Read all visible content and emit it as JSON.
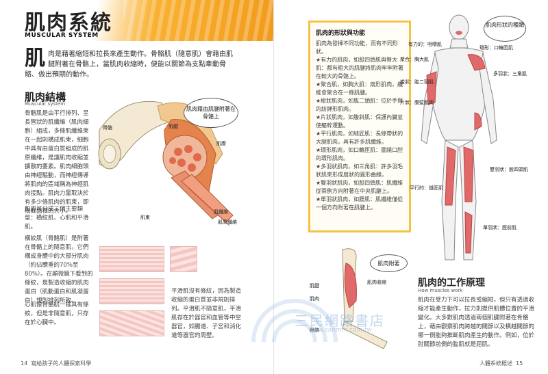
{
  "left_page": {
    "title": "肌肉系統",
    "title_en": "MUSCULAR SYSTEM",
    "lead_dropcap": "肌",
    "lead_text": "肉是藉著縮短和拉長來產生動作。骨骼肌（隨意肌）會藉由肌腱附著在骨骼上，當肌肉收縮時，便能以關節為支點牽動骨骼、做出預期的動作。",
    "section_title": "肌肉結構",
    "section_sub": "Muscular system",
    "section_text": "骨骼肌是由平行排列、呈長管狀的肌纖維（肌肉細胞）組成，多條肌纖維束在一起則構成肌束，細胞中具有由蛋白質組成的肌原纖維，是讓肌肉收縮並擴散的要素。肌肉細胞頭由神經驅動，而神經傳導將肌肉的區域稱為神經肌肉接點。肌肉力量取決於有多少條肌肉的肌束，即橫截面積的大小。",
    "section_text2": "肌肉可分成三個主要類型：橫紋肌、心肌和平滑肌。",
    "striated_text": "橫紋肌（骨骼肌）是附著在骨骼上的隨意肌，它們構成身體中的大部分肌肉（約佔體重的70%至80%）。在顯微鏡下看到的條紋，是製造收縮的肌肉蛋白（肌動蛋白和肌凝蛋白）規則排列所致。",
    "cardiac_text": "心肌像骨骼肌一樣具有條紋，但是非隨意肌，只存在於心臟中。",
    "smooth_text": "平滑肌沒有條紋，因為製造收縮的蛋白質並非規則排列。平滑肌不隨意肌，平滑肌存在於器官和血管等中空器官，如腸道、子宮和消化道等器官的周壁。",
    "callout": "肌肉藉由肌腱附著在骨骼上",
    "labels": {
      "bone": "骨骼",
      "tendon": "肌腱",
      "fascicle": "肌束",
      "epimysium": "肌腹",
      "fiber": "肌纖維",
      "myofibril": "肌原纖維"
    },
    "page_num": "14",
    "footer": "寫給孩子的人體探索科學"
  },
  "right_page": {
    "box_title": "肌肉的形狀與功能",
    "box_intro": "肌肉為發揮不同功能，而有不同形狀。",
    "box_items": [
      "★有力的肌肉，如股四頭肌與臀大肌：都有粗大的肌腱將肌肉牢牢附著在較大的骨骼上。",
      "★聚合肌，如胸大肌：扇形肌肉，纖維會聚合在一條肌腱。",
      "★梭狀肌肉，如肱二頭肌：位於手臂的紡錘形肌肉。",
      "★片狀肌肉，如腹斜肌：保護內臟並使軀幹運動。",
      "★平行肌肉，如縫匠肌：長條帶狀的大腿肌肉，具有許多肌纖維。",
      "★環形肌肉，如口輪匝肌：圍繞口腔的環形肌肉。",
      "★多羽狀肌肉，如三角肌：許多羽毛狀肌束形成扇狀的圓形曲線。",
      "★雙羽狀肌肉，如股四頭肌：肌纖維從兩側方向附著在中央肌腱上。",
      "★單羽狀肌肉，如腰肌：肌纖維僅從一個方向附著在肌腱上。"
    ],
    "body_callout": "肌肉形狀的種類",
    "body_labels": {
      "strong": "有力的：咀嚼肌",
      "convergent": "聚合：胸大肌",
      "fusiform": "梭狀：肱二頭肌",
      "sheet": "片狀：腹壁肌肉",
      "parallel": "平行的：縫匠肌",
      "circular": "環形：口輪匝肌",
      "multipennate": "多羽狀：三角肌",
      "bipennate": "雙羽狀：股四頭肌",
      "unipennate": "單羽狀：脛前肌"
    },
    "arm_callout": "肌肉附著",
    "arm_labels": {
      "tendon": "肌腱",
      "muscle": "肌肉",
      "contract": "肌肉收縮",
      "bone": "骨骼"
    },
    "section_title": "肌肉的工作原理",
    "section_sub": "How muscles work",
    "section_text": "肌肉在受力下可以拉長或縮短，但只有透過收縮才能產生動作，拉力則提供肌體位置的平滑變化。大多數肌肉透過兩個肌腱附著在骨骼上，藉由觀察肌肉跨越的關節以及橫越關節的哪一側能夠推斷肌肉產生的動作。例如，位於肘關節前側的肱肌就是屈肌。",
    "page_num": "15",
    "footer": "人體系統概述"
  },
  "watermark": {
    "text": "三民網路書店",
    "url": "www.sanmin.com.tw"
  },
  "colors": {
    "accent": "#f29a1a",
    "box_border": "#f6c243",
    "muscle": "#e06a6a",
    "tendon": "#f0c890"
  }
}
